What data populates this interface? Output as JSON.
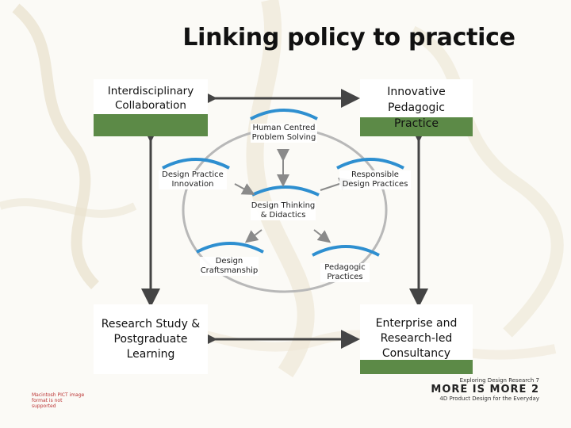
{
  "title": "Linking policy to practice",
  "corners": {
    "top_left": "Interdisciplinary Collaboration",
    "top_right": "Innovative Pedagogic Practice",
    "bottom_left": "Research Study & Postgraduate Learning",
    "bottom_right": "Enterprise and Research-led Consultancy"
  },
  "nodes": {
    "problem_solving": "Human Centred Problem Solving",
    "practice_innovation": "Design Practice Innovation",
    "responsible_practices": "Responsible Design Practices",
    "design_thinking": "Design Thinking & Didactics",
    "craftsmanship": "Design Craftsmanship",
    "pedagogic_practices": "Pedagogic Practices"
  },
  "footer": {
    "small_line": "Exploring Design Research 7",
    "brand": "MORE IS MORE 2",
    "tagline": "4D Product Design for the Everyday",
    "placeholder": "Macintosh PICT image format is not supported"
  },
  "colors": {
    "accent_green": "#5c8a47",
    "node_blue": "#2e8fd0",
    "arrow_gray": "#8a8a8a"
  }
}
